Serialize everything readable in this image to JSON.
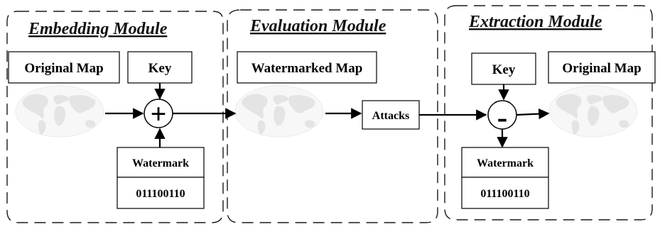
{
  "modules": {
    "embedding": {
      "title": "Embedding Module"
    },
    "evaluation": {
      "title": "Evaluation Module"
    },
    "extraction": {
      "title": "Extraction Module"
    }
  },
  "embedding": {
    "original_map_label": "Original Map",
    "key_label": "Key",
    "operator": "+",
    "watermark_label": "Watermark",
    "watermark_bits": "011100110"
  },
  "evaluation": {
    "watermarked_map_label": "Watermarked Map",
    "attacks_label": "Attacks"
  },
  "extraction": {
    "key_label": "Key",
    "operator": "-",
    "original_map_label": "Original Map",
    "watermark_label": "Watermark",
    "watermark_bits": "011100110"
  },
  "icons": {
    "map": "world-map-icon",
    "plus": "plus-circle-icon",
    "minus": "minus-circle-icon"
  },
  "colors": {
    "stroke": "#000000",
    "map_land": "#e4e4e4"
  }
}
